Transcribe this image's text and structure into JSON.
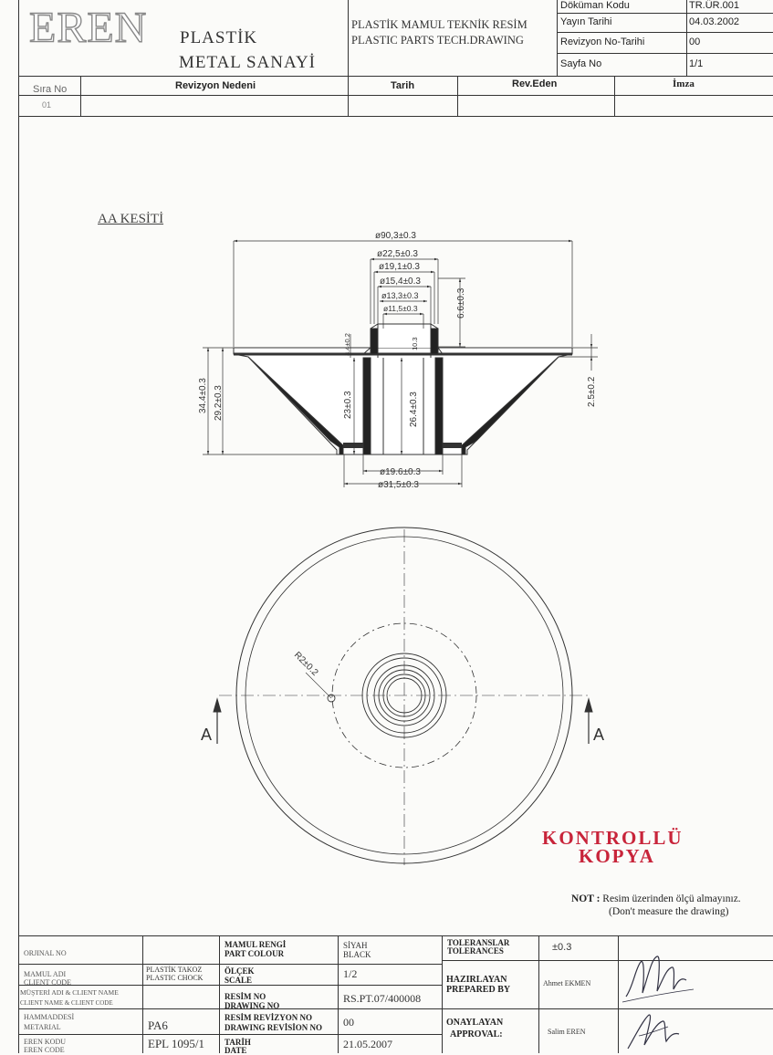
{
  "header": {
    "brand": "EREN",
    "brand_line1": "PLASTİK",
    "brand_line2": "METAL SANAYİ",
    "doc_title_tr": "PLASTİK MAMUL TEKNİK RESİM",
    "doc_title_en": "PLASTIC PARTS TECH.DRAWING",
    "meta": [
      {
        "label": "Döküman Kodu",
        "value": "TR.ÜR.001"
      },
      {
        "label": "Yayın Tarihi",
        "value": "04.03.2002"
      },
      {
        "label": "Revizyon No-Tarihi",
        "value": "00"
      },
      {
        "label": "Sayfa No",
        "value": "1/1"
      }
    ]
  },
  "revision_table": {
    "headers": [
      "Sıra No",
      "Revizyon Nedeni",
      "Tarih",
      "Rev.Eden",
      "İmza"
    ],
    "rows": [
      [
        "01",
        "",
        "",
        "",
        ""
      ]
    ]
  },
  "drawing": {
    "section_title": "AA KESİTİ",
    "dims": {
      "d_outer": "ø90,3±0.3",
      "d_22_5": "ø22,5±0.3",
      "d_19_1": "ø19,1±0.3",
      "d_15_4": "ø15,4±0.3",
      "d_13_3": "ø13,3±0.3",
      "d_11_5": "ø11,5±0.3",
      "d_19_6": "ø19.6±0.3",
      "d_31_5": "ø31,5±0.3",
      "h_6_6": "6.6±0.3",
      "h_34_4": "34.4±0.3",
      "h_29_2": "29.2±0.3",
      "h_23": "23±0.3",
      "h_26_4": "26.4±0.3",
      "h_2_5": "2.5±0.2",
      "h_8_4": "8.4±0.2",
      "h_10_3": "10.3",
      "radius": "R2±0.2"
    },
    "section_mark": "A"
  },
  "stamp": {
    "line1": "KONTROLLÜ",
    "line2": "KOPYA",
    "color": "#c8243a"
  },
  "note": {
    "label": "NOT :",
    "text_tr": "Resim üzerinden ölçü almayınız.",
    "text_en": "(Don't measure the drawing)"
  },
  "title_block": {
    "orijinal_no_label": "ORJINAL NO",
    "client_code_label1": "MAMUL ADI",
    "client_code_label2": "CLIENT CODE",
    "client_name_label1": "MÜŞTERİ ADI & CLIENT NAME",
    "client_name_label2": "CLIENT NAME & CLIENT CODE",
    "material_label1": "HAMMADDESİ",
    "material_label2": "METARIAL",
    "eren_code_label1": "EREN KODU",
    "eren_code_label2": "EREN CODE",
    "part_name1": "PLASTİK TAKOZ",
    "part_name2": "PLASTIC CHOCK",
    "material": "PA6",
    "eren_code": "EPL 1095/1",
    "colour_label1": "MAMUL RENGİ",
    "colour_label2": "PART COLOUR",
    "scale_label1": "ÖLÇEK",
    "scale_label2": "SCALE",
    "drawing_no_label1": "RESİM NO",
    "drawing_no_label2": "DRAWING NO",
    "rev_no_label1": "RESİM REVİZYON NO",
    "rev_no_label2": "DRAWING REVİSİON NO",
    "date_label1": "TARİH",
    "date_label2": "DATE",
    "colour1": "SİYAH",
    "colour2": "BLACK",
    "scale": "1/2",
    "drawing_no": "RS.PT.07/400008",
    "rev_no": "00",
    "date": "21.05.2007",
    "tol_label1": "TOLERANSLAR",
    "tol_label2": "TOLERANCES",
    "tol_value": "±0.3",
    "prep_label1": "HAZIRLAYAN",
    "prep_label2": "PREPARED BY",
    "prep_name": "Ahmet EKMEN",
    "appr_label1": "ONAYLAYAN",
    "appr_label2": "APPROVAL:",
    "appr_name": "Salim EREN"
  }
}
